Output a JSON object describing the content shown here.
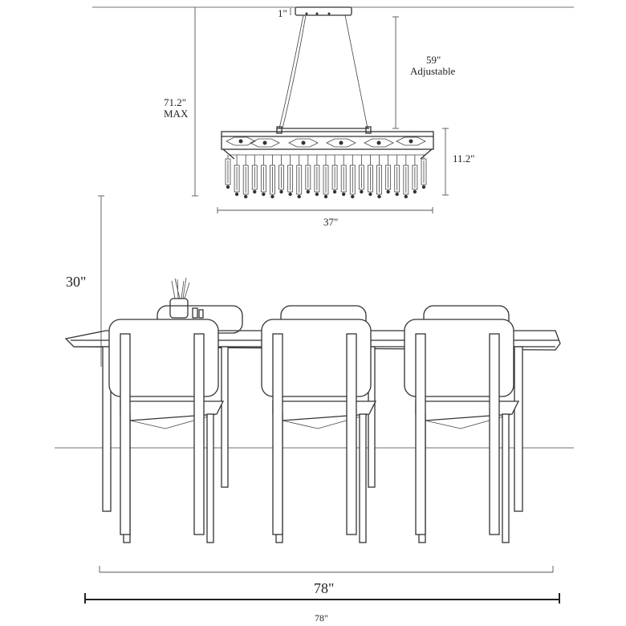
{
  "dimensions": {
    "canopy_height": "1\"",
    "cable_length": "59\"",
    "cable_note": "Adjustable",
    "max_height": "71.2\"",
    "max_note": "MAX",
    "fixture_height": "11.2\"",
    "fixture_width": "37\"",
    "table_height": "30\"",
    "table_length": "78\"",
    "overall_length": "78\"",
    "bottom_label": "78\""
  }
}
